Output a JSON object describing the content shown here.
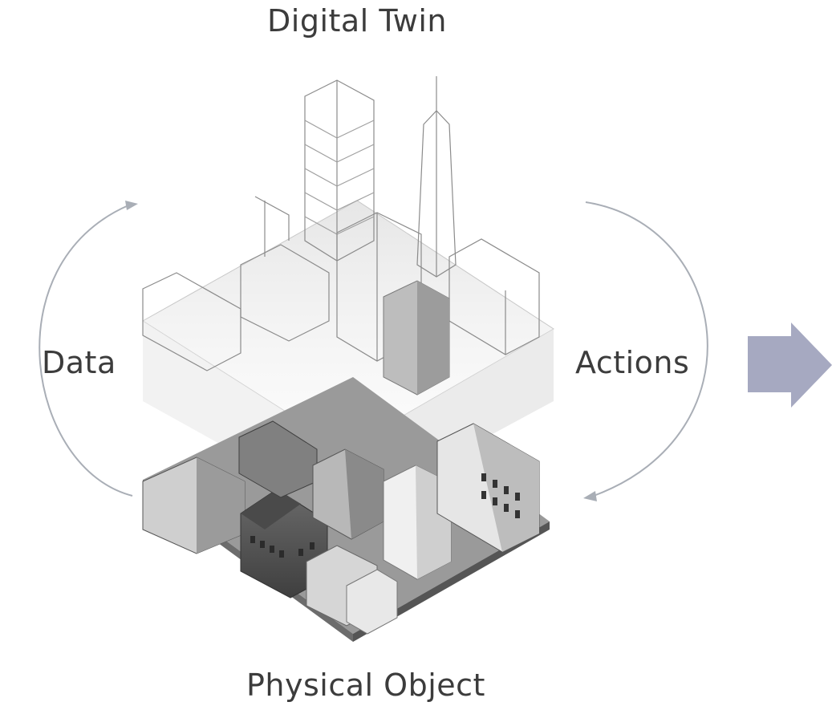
{
  "diagram": {
    "top_label": "Digital Twin",
    "bottom_label": "Physical Object",
    "left_label": "Data",
    "right_label": "Actions"
  },
  "colors": {
    "text": "#3c3c3c",
    "cycle_arrow": "#a9aeb6",
    "next_arrow": "#a6a9c1",
    "ground_light": "#dcdcdc",
    "ground_dark": "#5e5e5e",
    "wire": "#8b8b8b"
  },
  "icons": {
    "left_arc": "curved-arrow-up-icon",
    "right_arc": "curved-arrow-down-icon",
    "next": "block-arrow-right-icon"
  }
}
